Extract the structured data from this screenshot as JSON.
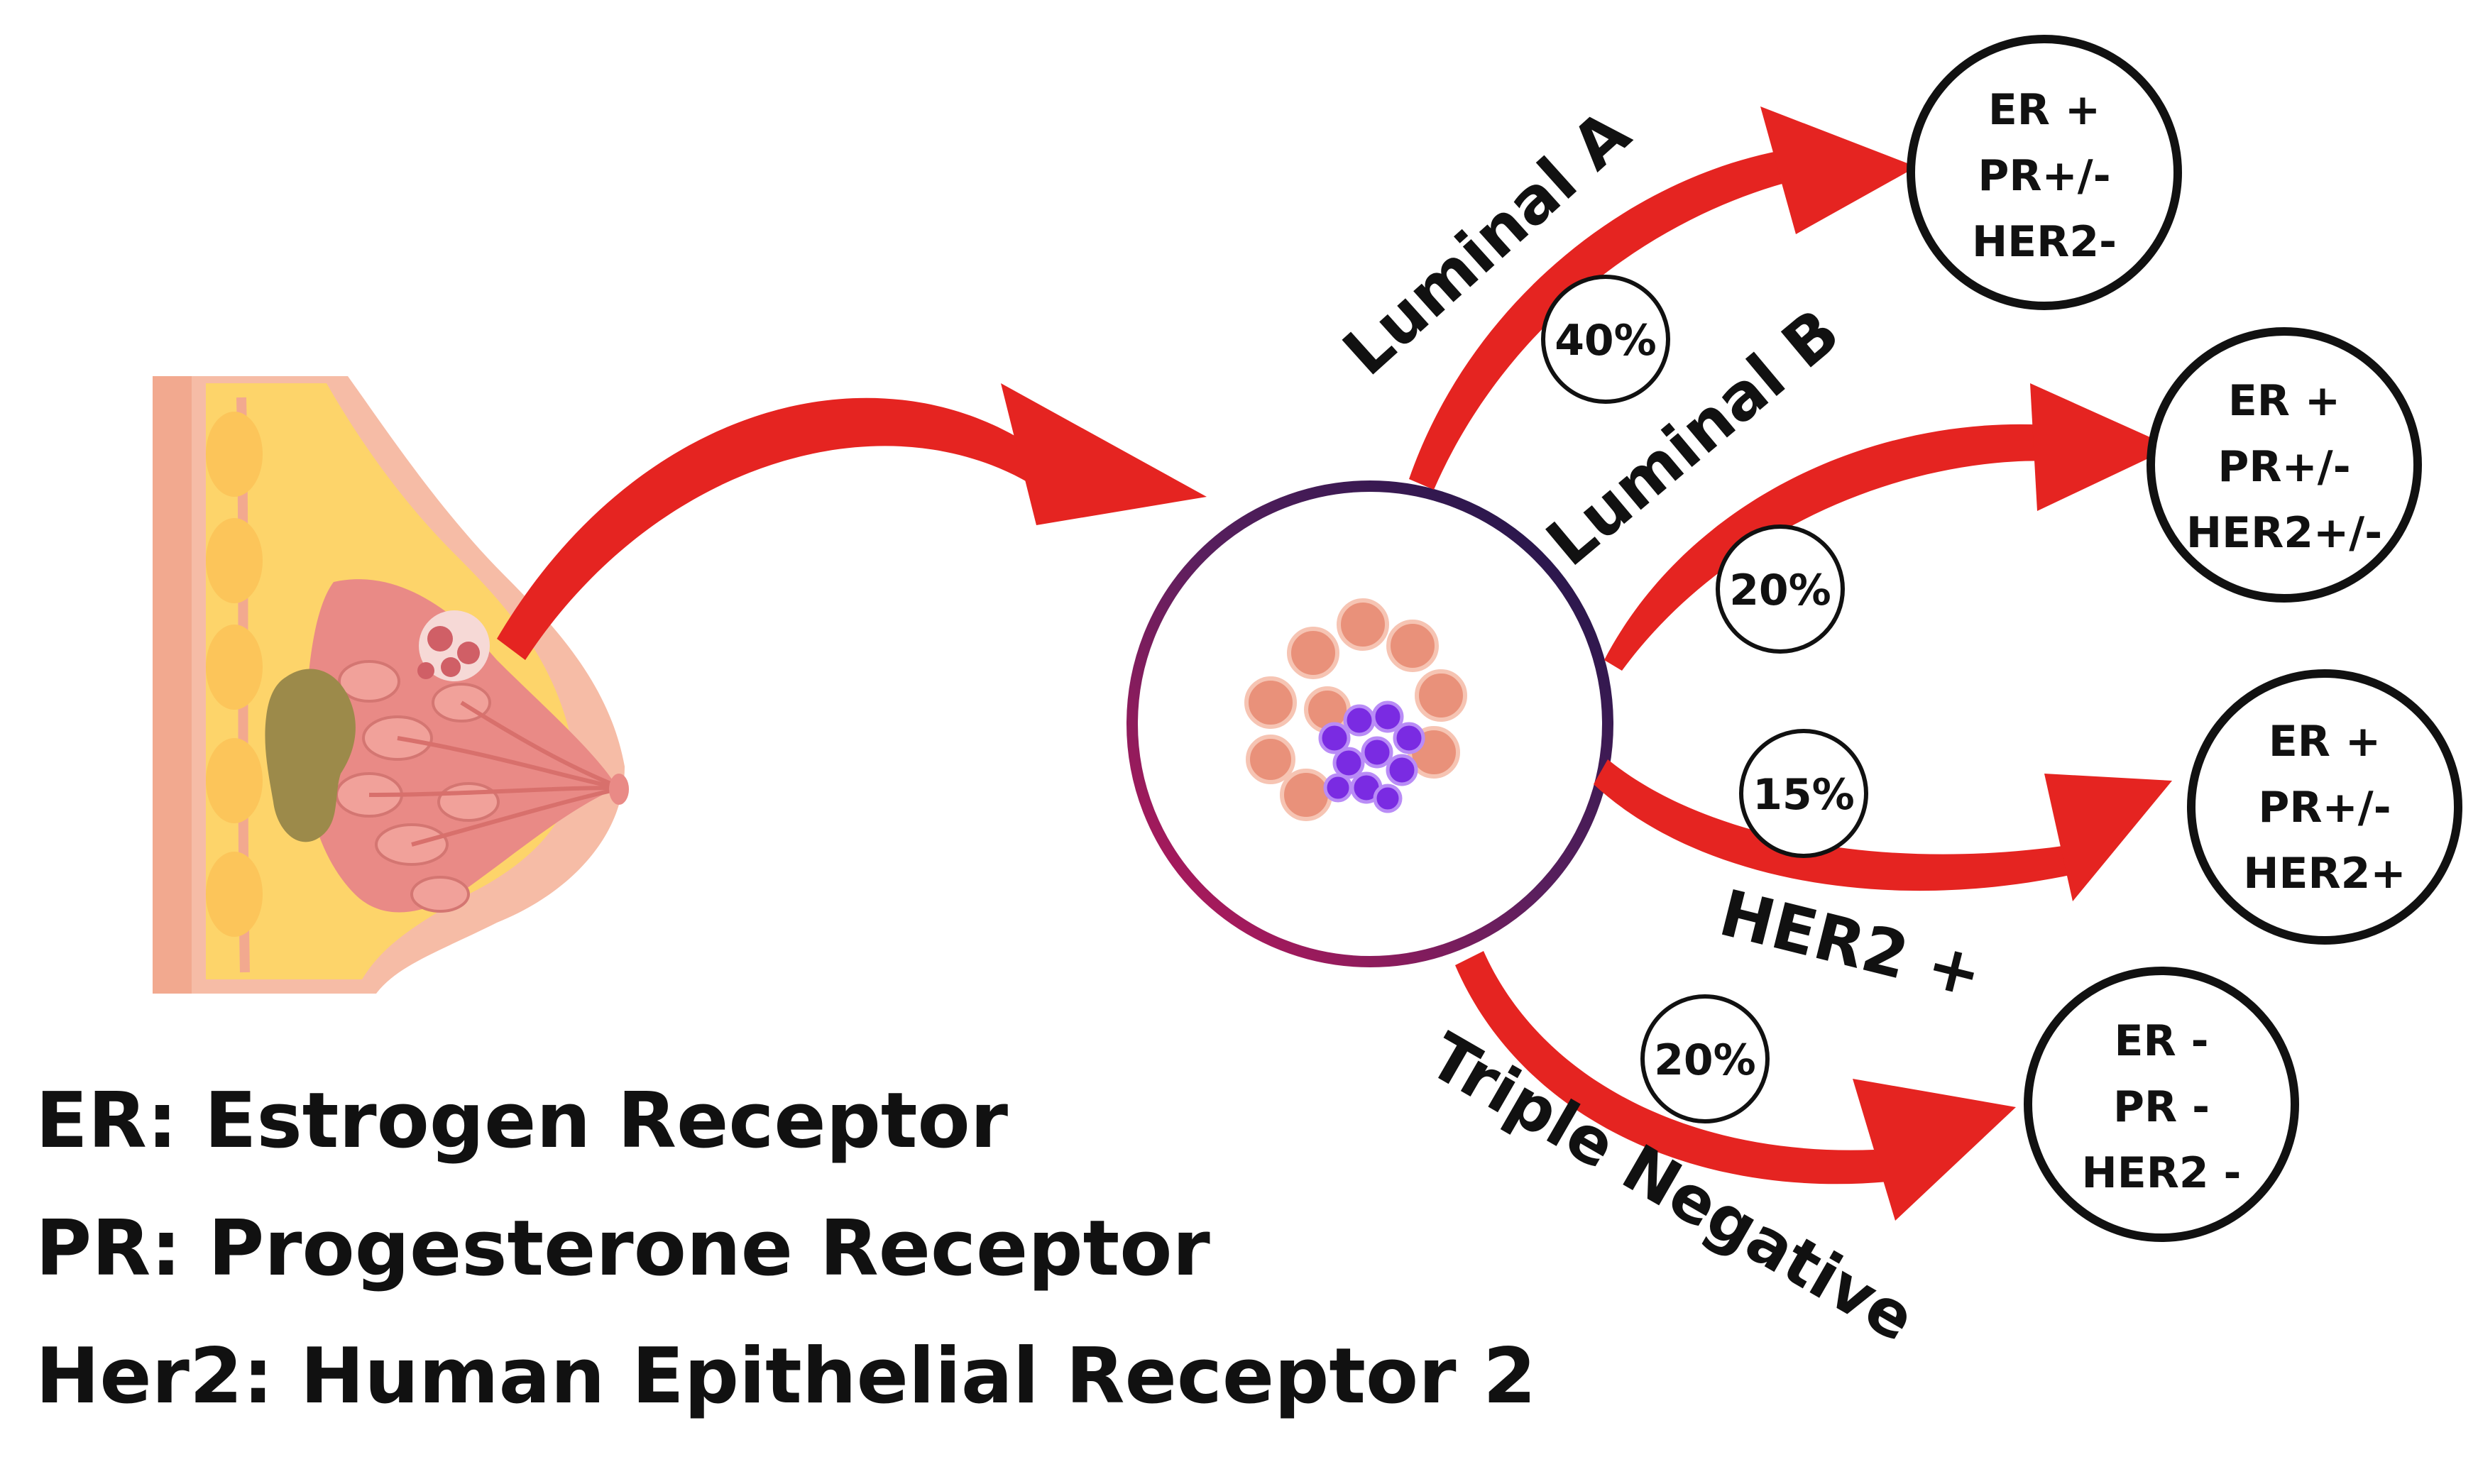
{
  "subtypes": [
    {
      "name": "Luminal A",
      "percent": "40%",
      "receptors": [
        "ER +",
        "PR+/-",
        "HER2-"
      ]
    },
    {
      "name": "Luminal B",
      "percent": "20%",
      "receptors": [
        "ER +",
        "PR+/-",
        "HER2+/-"
      ]
    },
    {
      "name": "HER2 +",
      "percent": "15%",
      "receptors": [
        "ER +",
        "PR+/-",
        "HER2+"
      ]
    },
    {
      "name": "Triple Negative",
      "percent": "20%",
      "receptors": [
        "ER -",
        "PR -",
        "HER2 -"
      ]
    }
  ],
  "legend": [
    "ER: Estrogen Receptor",
    "PR: Progesterone Receptor",
    "Her2: Human Epithelial Receptor 2"
  ],
  "colors": {
    "arrow": "#e52421",
    "ring_start": "#c2185b",
    "ring_end": "#1a1446",
    "tumor_cell": "#e9917a",
    "cancer_cell": "#7a2be2",
    "breast_skin": "#f4b6a0",
    "breast_fat": "#fdd56b",
    "gland": "#e98a86",
    "tumor_mass": "#9c8a4a"
  },
  "icons": {
    "breast": "breast-anatomy-illustration",
    "tumor": "tumor-cell-cluster"
  }
}
